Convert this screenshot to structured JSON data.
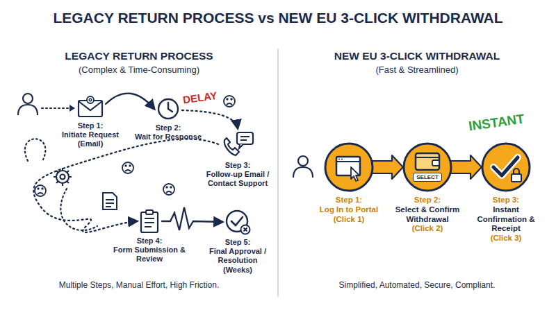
{
  "diagram": {
    "title": "LEGACY RETURN PROCESS vs NEW EU 3-CLICK WITHDRAWAL",
    "nodes": [
      {
        "text": [
          "Step 1:",
          "Initiate Request (Email)"
        ]
      },
      {
        "text": [
          "Step 2:",
          "Wait for Response"
        ]
      },
      {
        "text": [
          "Step 3:",
          "Follow-up Email / Contact Support"
        ]
      },
      {
        "text": [
          "Step 4:",
          "Form Submission & Review"
        ]
      },
      {
        "text": [
          "Step 5:",
          "Final Approval / Resolution (Weeks)"
        ]
      },
      {
        "text": [
          "Step 1:",
          "Log In to Portal",
          "(Click 1)"
        ]
      },
      {
        "text": [
          "Step 2:",
          "Select & Confirm Withdrawal",
          "(Click 2)"
        ]
      },
      {
        "text": [
          "Step 3:",
          "Instant Confirmation & Receipt",
          "(Click 3)"
        ]
      }
    ],
    "edges": [
      {
        "from": 0,
        "to": 1,
        "arrow": "to"
      },
      {
        "from": 1,
        "to": 2,
        "arrow": "to"
      },
      {
        "from": 2,
        "to": 3,
        "arrow": "to"
      },
      {
        "from": 3,
        "to": 4,
        "arrow": "to"
      },
      {
        "from": 5,
        "to": 6,
        "arrow": "to"
      },
      {
        "from": 6,
        "to": 7,
        "arrow": "to"
      }
    ],
    "labels": [
      "LEGACY RETURN PROCESS",
      "(Complex & Time-Consuming)",
      "DELAY",
      "Multiple Steps, Manual Effort, High Friction.",
      "NEW EU 3-CLICK WITHDRAWAL",
      "(Fast & Streamlined)",
      "SELECT",
      "INSTANT",
      "Simplified, Automated, Secure, Compliant."
    ]
  }
}
